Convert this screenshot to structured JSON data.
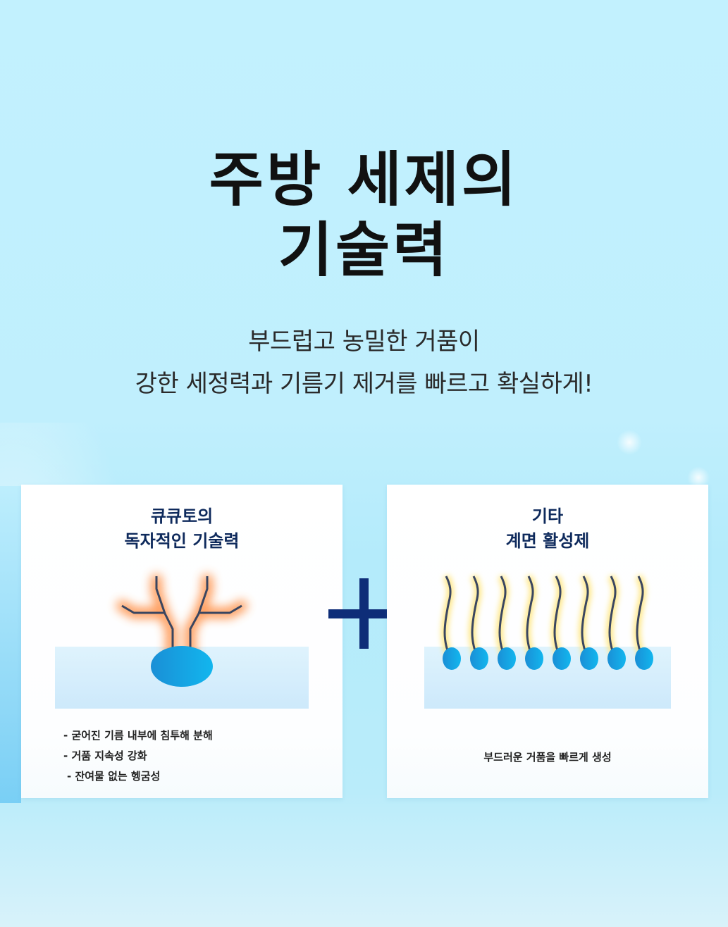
{
  "header": {
    "title_line1": "주방 세제의",
    "title_line2": "기술력",
    "subtitle_line1": "부드럽고 농밀한 거품이",
    "subtitle_line2": "강한 세정력과 기름기 제거를 빠르고 확실하게!"
  },
  "comparison": {
    "operator_icon": "plus-icon",
    "left_card": {
      "title_line1": "큐큐토의",
      "title_line2": "독자적인 기술력",
      "illustration": "branched-surfactant-molecule",
      "bullets": [
        "- 굳어진 기름 내부에 침투해 분해",
        "- 거품 지속성 강화",
        "- 잔여물 없는 헹굼성"
      ]
    },
    "right_card": {
      "title_line1": "기타",
      "title_line2": "계면 활성제",
      "illustration": "linear-surfactant-molecules",
      "molecule_count": 8,
      "caption": "부드러운 거품을 빠르게 생성"
    }
  },
  "colors": {
    "background": "#c2f1fe",
    "title_text": "#111111",
    "card_title": "#0e2a5c",
    "plus": "#0e2d78",
    "molecule_head": "#1aa6e4",
    "molecule_tail": "#3a4660",
    "glow_orange": "#ff9a55",
    "glow_yellow": "#ffe88a",
    "water_layer": "#d3effc"
  }
}
